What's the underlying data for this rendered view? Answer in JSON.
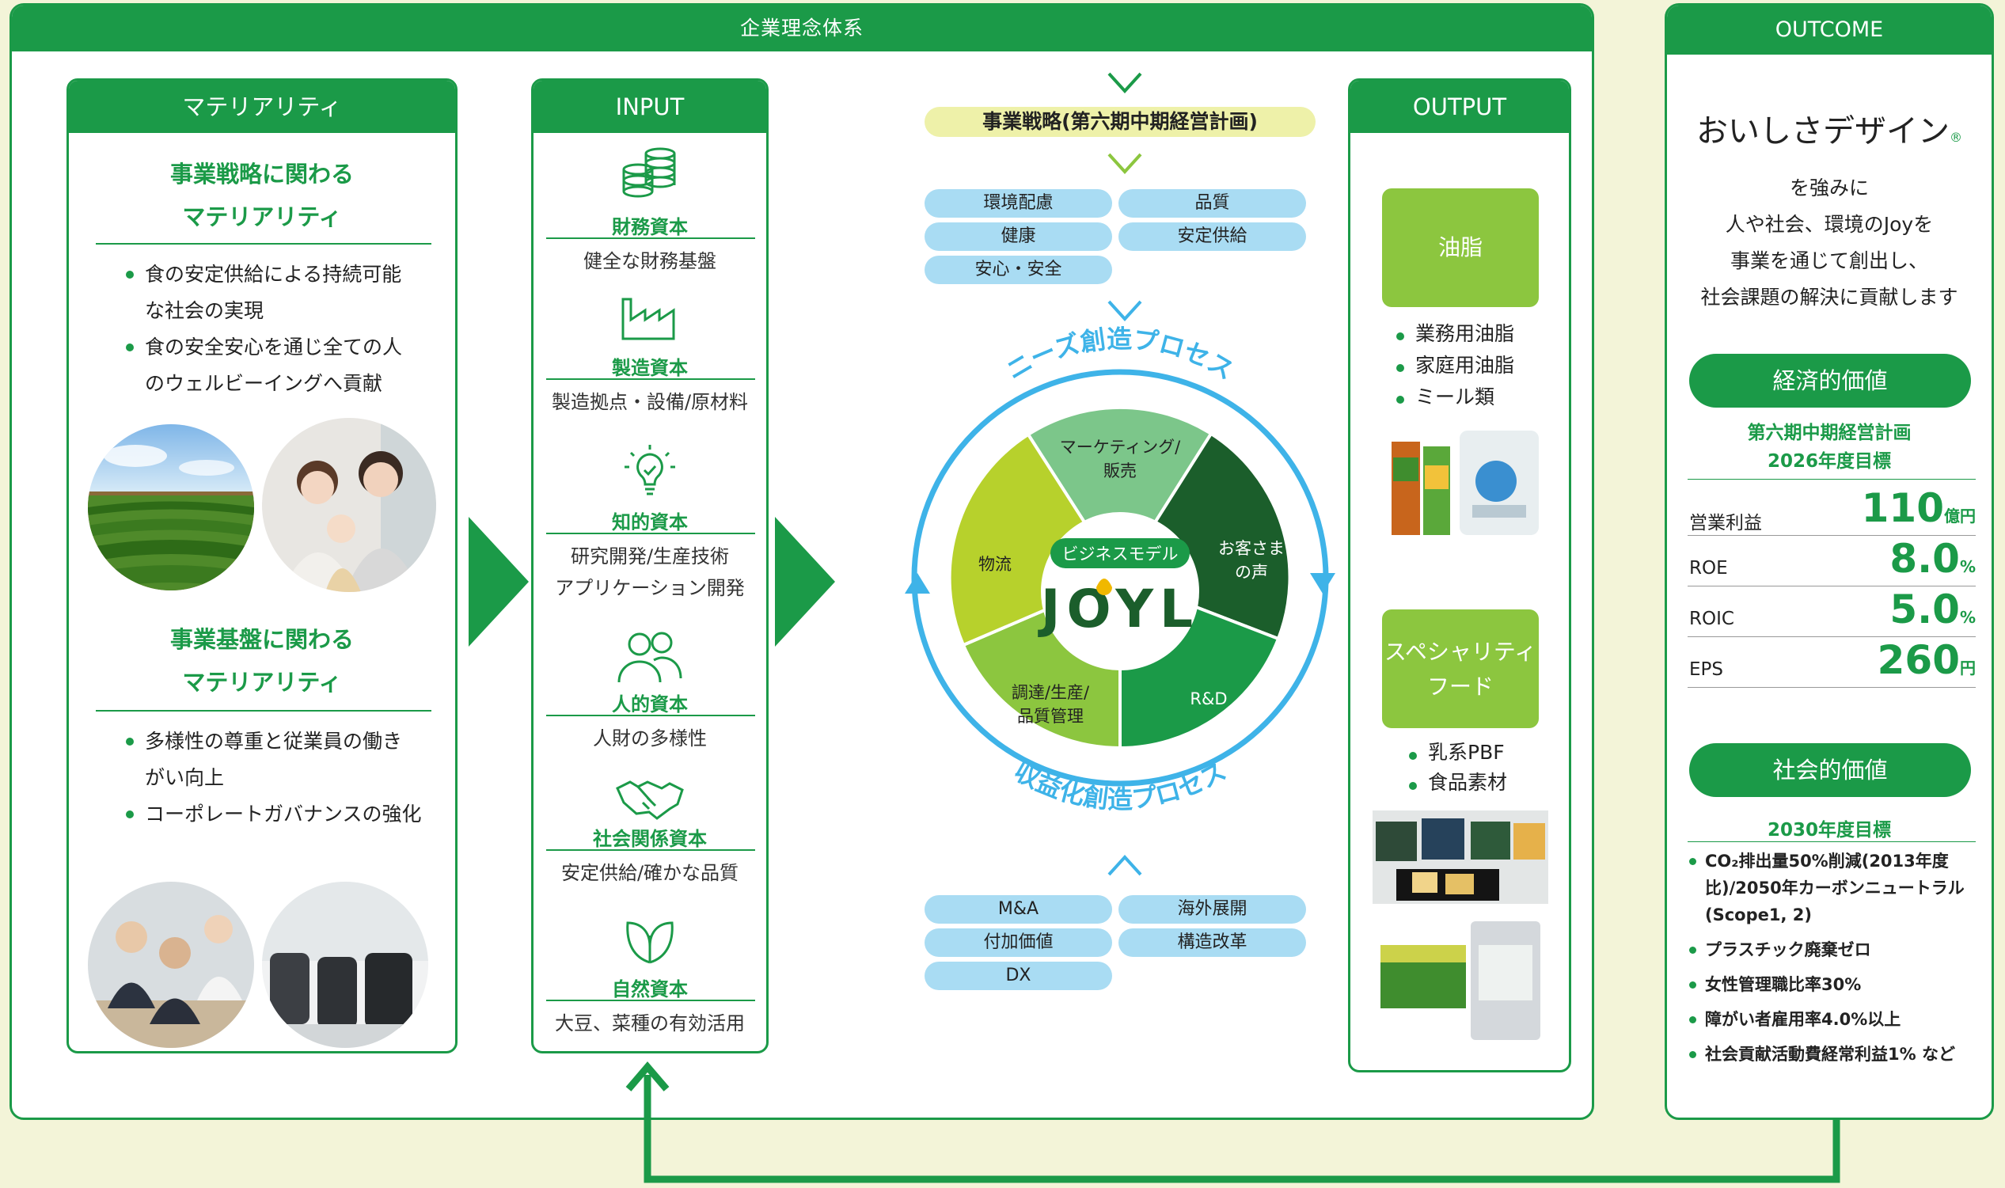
{
  "header": {
    "title": "企業理念体系"
  },
  "outcome": {
    "title": "OUTCOME",
    "brand": "おいしさデザイン",
    "brand_mark": "®",
    "statement": [
      "を強みに",
      "人や社会、環境のJoyを",
      "事業を通じて創出し、",
      "社会課題の解決に貢献します"
    ],
    "economic": {
      "label": "経済的価値",
      "subtitle_1": "第六期中期経営計画",
      "subtitle_2": "2026年度目標",
      "kpis": [
        {
          "label": "営業利益",
          "value": "110",
          "unit": "億円"
        },
        {
          "label": "ROE",
          "value": "8.0",
          "unit": "%"
        },
        {
          "label": "ROIC",
          "value": "5.0",
          "unit": "%"
        },
        {
          "label": "EPS",
          "value": "260",
          "unit": "円"
        }
      ]
    },
    "social": {
      "label": "社会的価値",
      "subtitle": "2030年度目標",
      "items": [
        "CO₂排出量50%削減(2013年度",
        "比)/2050年カーボンニュートラル",
        "(Scope1, 2)",
        "プラスチック廃棄ゼロ",
        "女性管理職比率30%",
        "障がい者雇用率4.0%以上",
        "社会貢献活動費経常利益1% など"
      ]
    }
  },
  "materiality": {
    "title": "マテリアリティ",
    "business_heading_1": "事業戦略に関わる",
    "business_heading_2": "マテリアリティ",
    "business_items": [
      "食の安定供給による持続可能",
      "な社会の実現",
      "食の安全安心を通じ全ての人",
      "のウェルビーイングへ貢献"
    ],
    "base_heading_1": "事業基盤に関わる",
    "base_heading_2": "マテリアリティ",
    "base_items": [
      "多様性の尊重と従業員の働き",
      "がい向上",
      "コーポレートガバナンスの強化"
    ]
  },
  "input": {
    "title": "INPUT",
    "capitals": [
      {
        "name": "財務資本",
        "desc": [
          "健全な財務基盤"
        ],
        "icon": "coins-icon"
      },
      {
        "name": "製造資本",
        "desc": [
          "製造拠点・設備/原材料"
        ],
        "icon": "factory-icon"
      },
      {
        "name": "知的資本",
        "desc": [
          "研究開発/生産技術",
          "アプリケーション開発"
        ],
        "icon": "lightbulb-icon"
      },
      {
        "name": "人的資本",
        "desc": [
          "人財の多様性"
        ],
        "icon": "people-icon"
      },
      {
        "name": "社会関係資本",
        "desc": [
          "安定供給/確かな品質"
        ],
        "icon": "handshake-icon"
      },
      {
        "name": "自然資本",
        "desc": [
          "大豆、菜種の有効活用"
        ],
        "icon": "leaf-icon"
      }
    ]
  },
  "center": {
    "strategy": "事業戦略(第六期中期経営計画)",
    "top_pills": [
      "環境配慮",
      "品質",
      "健康",
      "安定供給",
      "安心・安全"
    ],
    "needs_process": "ニーズ創造プロセス",
    "profit_process": "収益化創造プロセス",
    "business_model": "ビジネスモデル",
    "logo": "JOYL",
    "segments": [
      "マーケティング/販売",
      "お客さまの声",
      "R&D",
      "調達/生産/品質管理",
      "物流"
    ],
    "segment_lines": {
      "marketing_1": "マーケティング/",
      "marketing_2": "販売",
      "voice_1": "お客さま",
      "voice_2": "の声",
      "rd": "R&D",
      "proc_1": "調達/生産/",
      "proc_2": "品質管理",
      "logistics": "物流"
    },
    "bottom_pills": [
      "M&A",
      "海外展開",
      "付加価値",
      "構造改革",
      "DX"
    ]
  },
  "output": {
    "title": "OUTPUT",
    "oil_label": "油脂",
    "oil_items": [
      "業務用油脂",
      "家庭用油脂",
      "ミール類"
    ],
    "specialty_label_1": "スペシャリティ",
    "specialty_label_2": "フード",
    "specialty_items": [
      "乳系PBF",
      "食品素材"
    ]
  },
  "colors": {
    "brand_green": "#1b9a48",
    "light_green": "#8cc63f",
    "sky_blue": "#3eb3e8",
    "pill_blue": "#a9dcf3"
  }
}
